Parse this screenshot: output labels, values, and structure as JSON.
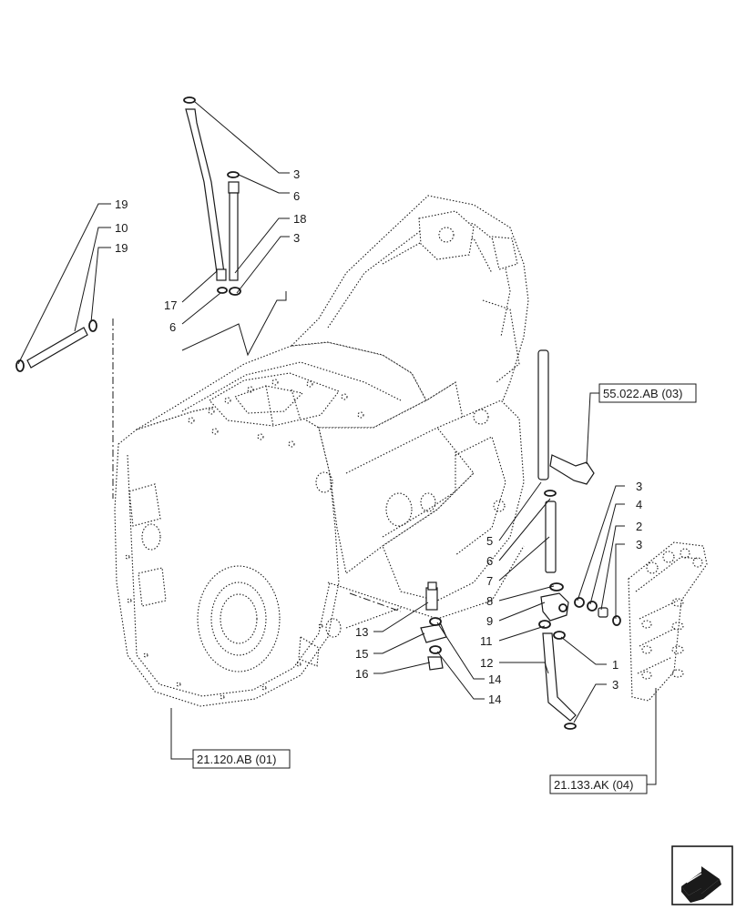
{
  "callouts": {
    "c3a": "3",
    "c6a": "6",
    "c18": "18",
    "c3b": "3",
    "c17": "17",
    "c6b": "6",
    "c19a": "19",
    "c10": "10",
    "c19b": "19",
    "c3c": "3",
    "c4": "4",
    "c2": "2",
    "c3d": "3",
    "c5": "5",
    "c6c": "6",
    "c7": "7",
    "c8": "8",
    "c9": "9",
    "c11": "11",
    "c12": "12",
    "c1": "1",
    "c3e": "3",
    "c13": "13",
    "c15": "15",
    "c16": "16",
    "c14a": "14",
    "c14b": "14"
  },
  "references": {
    "ref_top_right": "55.022.AB (03)",
    "ref_bottom_left": "21.120.AB (01)",
    "ref_bottom_right": "21.133.AK (04)"
  },
  "icons": {
    "navigation": "arrow-next-page-icon"
  }
}
